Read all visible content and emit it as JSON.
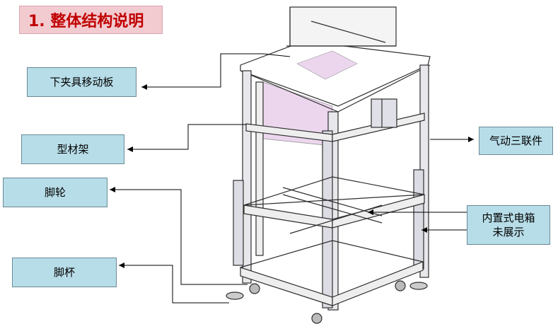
{
  "title": "1. 整体结构说明",
  "labels": {
    "lower_clamp_plate": "下夹具移动板",
    "profile_frame": "型材架",
    "caster": "脚轮",
    "foot_cup": "脚杯",
    "pneumatic_triplet": "气动三联件",
    "electric_box_line1": "内置式电箱",
    "electric_box_line2": "未展示"
  },
  "colors": {
    "title_bg": "#f2cbd1",
    "title_text": "#c00000",
    "label_bg": "#b7dde8",
    "frame_line": "#2e2e2e",
    "panel_pink": "#ecd6ee"
  }
}
